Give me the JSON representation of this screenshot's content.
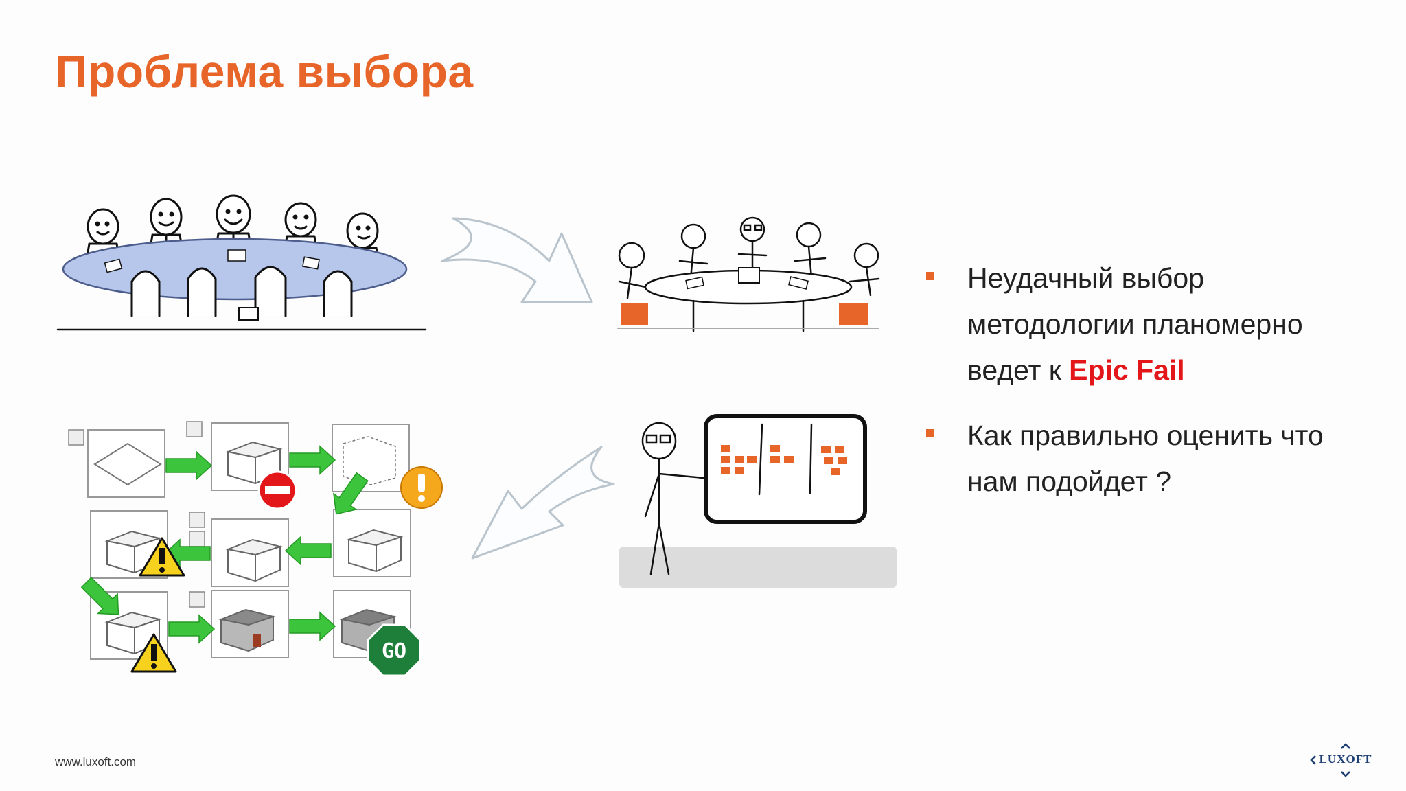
{
  "slide": {
    "title": "Проблема выбора",
    "bullets": [
      {
        "text": "Неудачный выбор методологии планомерно ведет к ",
        "emphasis": "Epic Fail"
      },
      {
        "text": "Как правильно оценить что нам подойдет ?",
        "emphasis": ""
      }
    ],
    "footer_url": "www.luxoft.com",
    "logo_text": "LUXOFT",
    "sign_go": "GO"
  },
  "colors": {
    "title": "#e8652a",
    "bullet_marker": "#e8652a",
    "emphasis": "#e3171a",
    "logo": "#1e3f73",
    "sticky_note": "#e8652a",
    "arrow_green": "#3cc43c"
  },
  "icons": [
    "meeting-table-illustration",
    "small-team-illustration",
    "presenter-board-illustration",
    "process-flow-diagram",
    "curved-arrow-icon",
    "warning-icon",
    "stop-icon",
    "go-sign-icon",
    "luxoft-logo"
  ]
}
